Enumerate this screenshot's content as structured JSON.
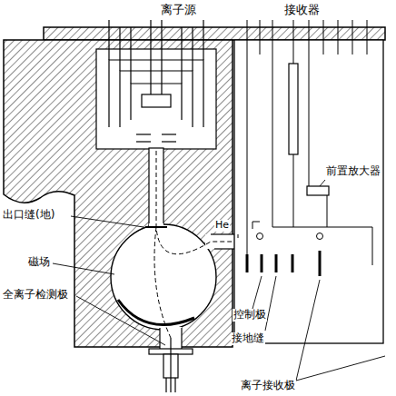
{
  "diagram": {
    "labels": [
      "离子源",
      "接收器",
      "前置放大器",
      "出口缝(地)",
      "磁场",
      "He",
      "全离子检测极",
      "控制极",
      "接地缝",
      "离子接收极"
    ]
  }
}
